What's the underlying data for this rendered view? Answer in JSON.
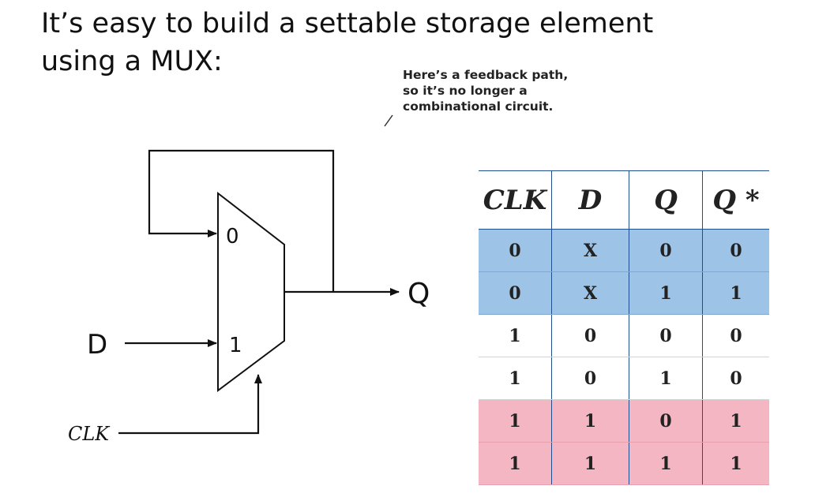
{
  "title": {
    "line1": "It’s easy to build a settable storage element",
    "line2": "using a  MUX:"
  },
  "note": {
    "line1": "Here’s a feedback path,",
    "line2": "so it’s no longer a",
    "line3": "combinational circuit."
  },
  "diagram": {
    "input_0": "0",
    "input_1": "1",
    "label_d": "D",
    "label_q": "Q",
    "label_clk": "CLK"
  },
  "table": {
    "headers": [
      "CLK",
      "D",
      "Q",
      "Q *"
    ],
    "rows": [
      {
        "cells": [
          "0",
          "X",
          "0",
          "0"
        ],
        "highlight": "blue"
      },
      {
        "cells": [
          "0",
          "X",
          "1",
          "1"
        ],
        "highlight": "blue"
      },
      {
        "cells": [
          "1",
          "0",
          "0",
          "0"
        ],
        "highlight": "none"
      },
      {
        "cells": [
          "1",
          "0",
          "1",
          "0"
        ],
        "highlight": "none"
      },
      {
        "cells": [
          "1",
          "1",
          "0",
          "1"
        ],
        "highlight": "pink"
      },
      {
        "cells": [
          "1",
          "1",
          "1",
          "1"
        ],
        "highlight": "pink"
      }
    ]
  },
  "colors": {
    "blue_rows": "#9dc3e6",
    "pink_rows": "#f4b6c2",
    "grid_lines": "#1f4e8c"
  }
}
